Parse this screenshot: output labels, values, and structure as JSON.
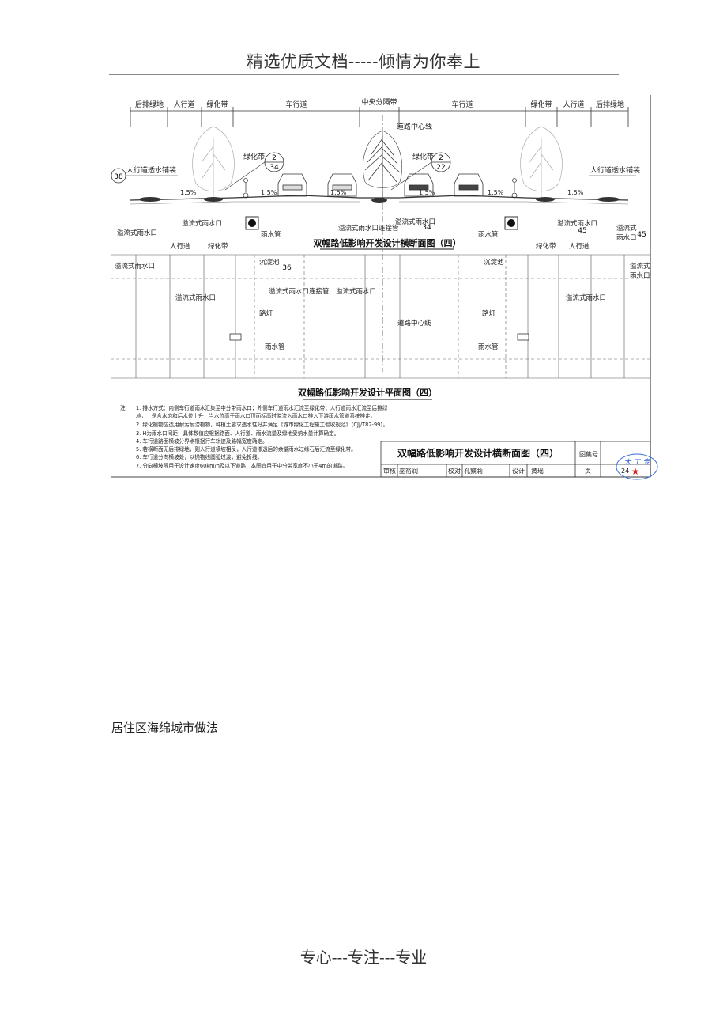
{
  "header": {
    "title": "精选优质文档-----倾情为你奉上"
  },
  "footer": {
    "title": "专心---专注---专业"
  },
  "caption": "居住区海绵城市做法",
  "drawing": {
    "zones_top": [
      "后排绿地",
      "人行道",
      "绿化带",
      "车行道",
      "中央分隔带",
      "车行道",
      "绿化带",
      "人行道",
      "后排绿地"
    ],
    "centerline": "道路中心线",
    "green_label": "绿化带",
    "ref_left_top": "2",
    "ref_left_bottom": "34",
    "ref_right_top": "2",
    "ref_right_bottom": "22",
    "ref_38": "38",
    "ref_45a": "45",
    "ref_45b": "45",
    "ref_34": "34",
    "ref_36": "36",
    "permeable_left": "人行道透水铺装",
    "permeable_right": "人行道透水铺装",
    "slope": "1.5%",
    "inlet": "溢流式雨水口",
    "inlet_connect": "溢流式雨水口连接管",
    "rain_pipe": "雨水管",
    "inlet_right_a": "溢流式",
    "inlet_right_b": "雨水口",
    "section_title": "双幅路低影响开发设计横断面图（四）",
    "plan_sidewalk": "人行道",
    "plan_green": "绿化带",
    "sediment": "沉淀池",
    "lamp": "路灯",
    "plan_title": "双幅路低影响开发设计平面图（四）",
    "notes_label": "注:",
    "notes": [
      "1. 排水方式：内侧车行道雨水汇集至中分带雨水口；外侧车行道雨水汇流至绿化带；人行道雨水汇流至后排绿",
      "   地，土是含水饱和后水位上升，当水位高于雨水口顶面标高时溢流入雨水口排入下游雨水管道系统排走。",
      "2. 绿化植物应选用耐污耐涝植物，种植土要求透水性好并满足《城市绿化工程施工验收规范》（CJJ/T82-99）。",
      "3. H为雨水口间距，具体数值应根据路面、人行道、雨水流量及绿地受纳水量计算确定。",
      "4. 车行道路面横坡分界点根据行车轨迹及路幅宽度确定。",
      "5. 若横断面无后排绿地，则人行道横坡相反，人行道渗透后的余量雨水过缘石后汇流至绿化带。",
      "6. 车行道分向横坡处，以抛物线圆弧过渡，避免折线。",
      "7. 分向横坡限用于设计速度60km/h及以下道路，本图宜用于中分带宽度不小于4m的道路。"
    ],
    "titleblock": {
      "title": "双幅路低影响开发设计横断面图（四）",
      "atlas_no_label": "图集号",
      "review_label": "审核",
      "review_name": "巫裕润",
      "check_label": "校对",
      "check_name": "孔繁莉",
      "design_label": "设计",
      "design_name": "黄瑶",
      "page_label": "页",
      "page_no": "24"
    },
    "stamp": "大 工 专"
  }
}
